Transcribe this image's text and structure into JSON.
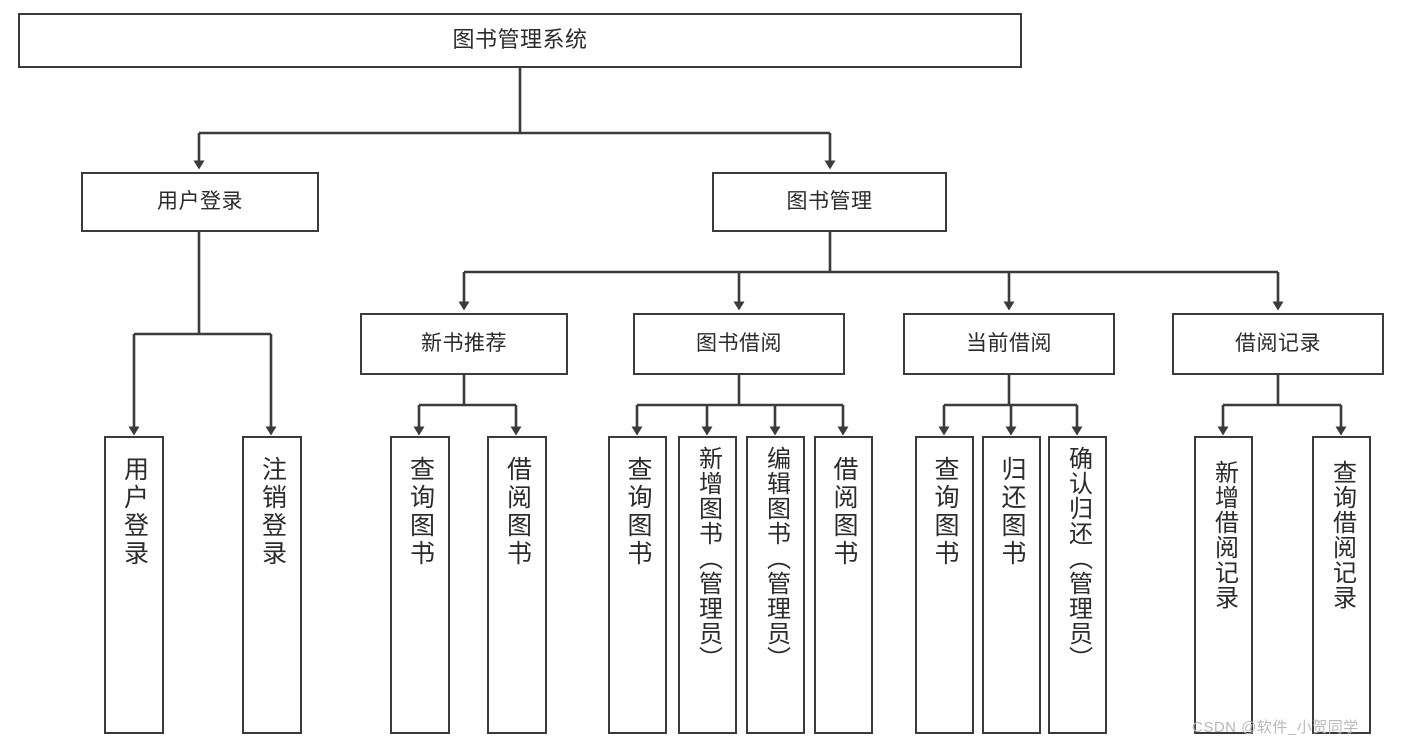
{
  "diagram": {
    "type": "tree-hierarchy-chart",
    "title": "图书管理系统",
    "line_color": "#3b3b3b",
    "box_fill": "#ffffff",
    "text_color": "#2b2b2b",
    "watermark": "CSDN @软件_小贺同学",
    "nodes": {
      "root": {
        "label": "图书管理系统"
      },
      "level2": [
        {
          "id": "user-login",
          "label": "用户登录"
        },
        {
          "id": "book-manage",
          "label": "图书管理"
        }
      ],
      "level3": [
        {
          "id": "new-book-recommend",
          "label": "新书推荐"
        },
        {
          "id": "book-borrow",
          "label": "图书借阅"
        },
        {
          "id": "current-borrow",
          "label": "当前借阅"
        },
        {
          "id": "borrow-record",
          "label": "借阅记录"
        }
      ],
      "leaves": {
        "user_login": [
          {
            "id": "leaf-user-login",
            "label": "用户登录"
          },
          {
            "id": "leaf-logout",
            "label": "注销登录"
          }
        ],
        "new_book_recommend": [
          {
            "id": "leaf-query-book-1",
            "label": "查询图书"
          },
          {
            "id": "leaf-borrow-book-1",
            "label": "借阅图书"
          }
        ],
        "book_borrow": [
          {
            "id": "leaf-query-book-2",
            "label": "查询图书"
          },
          {
            "id": "leaf-add-book",
            "label": "新增图书（管理员）"
          },
          {
            "id": "leaf-edit-book",
            "label": "编辑图书（管理员）"
          },
          {
            "id": "leaf-borrow-book-2",
            "label": "借阅图书"
          }
        ],
        "current_borrow": [
          {
            "id": "leaf-query-book-3",
            "label": "查询图书"
          },
          {
            "id": "leaf-return-book",
            "label": "归还图书"
          },
          {
            "id": "leaf-confirm-return",
            "label": "确认归还（管理员）"
          }
        ],
        "borrow_record": [
          {
            "id": "leaf-add-record",
            "label": "新增借阅记录"
          },
          {
            "id": "leaf-query-record",
            "label": "查询借阅记录"
          }
        ]
      }
    }
  }
}
